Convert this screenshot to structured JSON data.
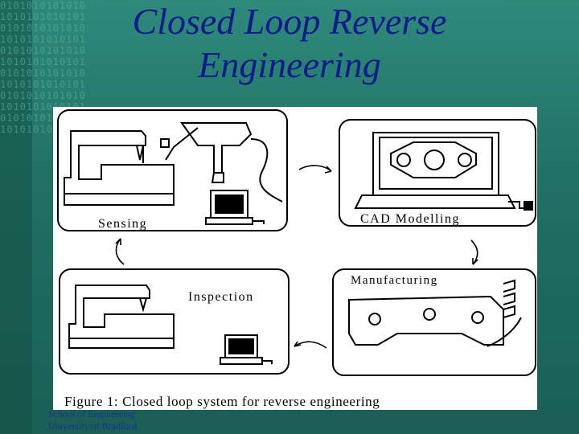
{
  "slide": {
    "title_line1": "Closed Loop Reverse",
    "title_line2": "Engineering"
  },
  "figure": {
    "caption": "Figure 1: Closed loop system for reverse engineering",
    "panels": {
      "sensing": "Sensing",
      "cad": "CAD Modelling",
      "manufacturing": "Manufacturing",
      "inspection": "Inspection"
    }
  },
  "footer": {
    "line1": "School of Engineering",
    "line2": "University of Bradford"
  },
  "colors": {
    "title": "#0a1a8c",
    "background": "#2f8a7b",
    "footer": "#1b2f9a"
  }
}
